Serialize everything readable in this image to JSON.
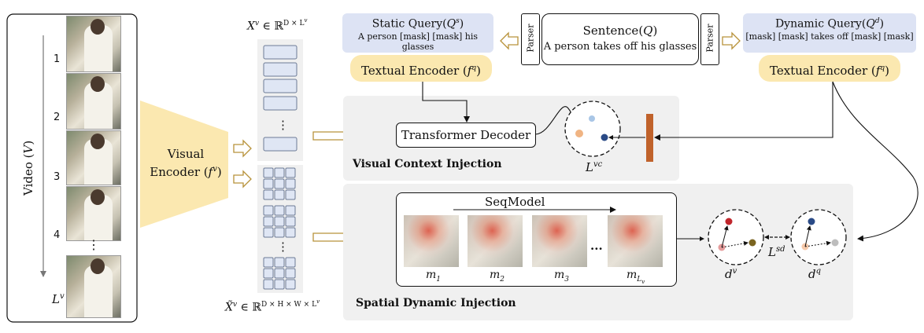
{
  "video": {
    "label": "Video",
    "label_var": "V",
    "frame_numbers": [
      "1",
      "2",
      "3",
      "4"
    ],
    "ellipsis": "⋮",
    "length_label": "L",
    "length_sup": "v"
  },
  "visual_encoder": {
    "line1": "Visual",
    "line2": "Encoder",
    "fn": "f",
    "fn_sup": "v"
  },
  "feature_top": {
    "var": "X",
    "sup": "v",
    "space": "∈ ℝ",
    "dims_sup": "D × L",
    "dims_sup2": "v"
  },
  "feature_bottom": {
    "var": "X̃",
    "sup": "v",
    "space": "∈ ℝ",
    "dims_sup": "D × H × W × L",
    "dims_sup2": "v"
  },
  "sentence": {
    "title": "Sentence",
    "var": "Q",
    "text": "A person takes off his glasses"
  },
  "parser_left": "Parser",
  "parser_right": "Parser",
  "static_query": {
    "title": "Static Query",
    "var": "Q",
    "sup": "s",
    "text": "A person [mask] [mask] his glasses"
  },
  "dynamic_query": {
    "title": "Dynamic Query",
    "var": "Q",
    "sup": "d",
    "text": "[mask] [mask] takes off [mask] [mask]"
  },
  "textual_encoder_left": {
    "label": "Textual  Encoder",
    "fn": "f",
    "fn_sup": "q"
  },
  "textual_encoder_right": {
    "label": "Textual  Encoder",
    "fn": "f",
    "fn_sup": "q"
  },
  "visual_context": {
    "decoder_label": "Transformer Decoder",
    "title": "Visual Context Injection",
    "loss": "L",
    "loss_sup": "vc",
    "ellipsis": "⋮"
  },
  "spatial_dynamic": {
    "title": "Spatial Dynamic Injection",
    "seq_label": "SeqModel",
    "masks": [
      "m",
      "m",
      "m",
      "m"
    ],
    "mask_subs": [
      "1",
      "2",
      "3",
      "L"
    ],
    "last_sub_sub": "v",
    "ellipsis": "...",
    "dv": "d",
    "dv_sup": "v",
    "dq": "d",
    "dq_sup": "q",
    "loss": "L",
    "loss_sup": "sd",
    "grid_ellipsis": "⋮"
  },
  "colors": {
    "panel": "#f0f0f0",
    "query_bg": "#dde3f4",
    "encoder_bg": "#fbe8b0",
    "arrow_gold": "#b8923a",
    "token_fill": "#dfe6f4",
    "token_stroke": "#6d7b96",
    "bar": "#c0622b",
    "dot_orange": "#f0b483",
    "dot_lightblue": "#a9c6e6",
    "dot_navy": "#2a4a86",
    "dot_red": "#c0262c",
    "dot_pink": "#e59c9c",
    "dot_olive": "#7a6420",
    "dot_peach": "#f6c9aa",
    "dot_gray": "#bdbdbd"
  }
}
